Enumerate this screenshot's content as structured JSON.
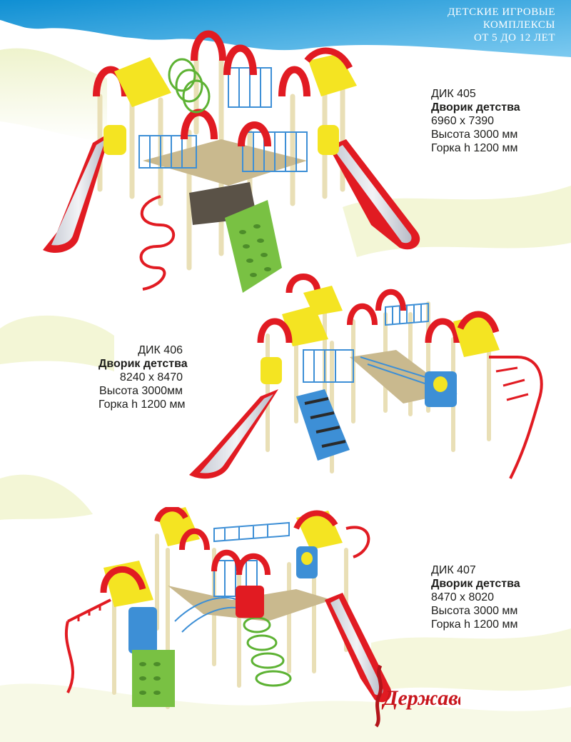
{
  "header": {
    "lines": [
      "ДЕТСКИЕ ИГРОВЫЕ",
      "КОМПЛЕКСЫ",
      "ОТ 5 ДО 12 ЛЕТ"
    ]
  },
  "products": [
    {
      "code": "ДИК 405",
      "name": "Дворик детства",
      "size": "6960 х 7390",
      "height": "Высота 3000 мм",
      "slide": "Горка h 1200 мм"
    },
    {
      "code": "ДИК 406",
      "name": "Дворик детства",
      "size": "8240 х 8470",
      "height": "Высота 3000мм",
      "slide": "Горка h 1200 мм"
    },
    {
      "code": "ДИК 407",
      "name": "Дворик детства",
      "size": "8470 х 8020",
      "height": "Высота 3000 мм",
      "slide": "Горка h 1200 мм"
    }
  ],
  "logo": {
    "text": "Держава"
  },
  "colors": {
    "header_blue": "#1aa3e0",
    "red": "#e11b22",
    "yellow": "#f4e422",
    "green": "#79c143",
    "blue": "#4aa3df",
    "beige": "#efe7c8"
  }
}
